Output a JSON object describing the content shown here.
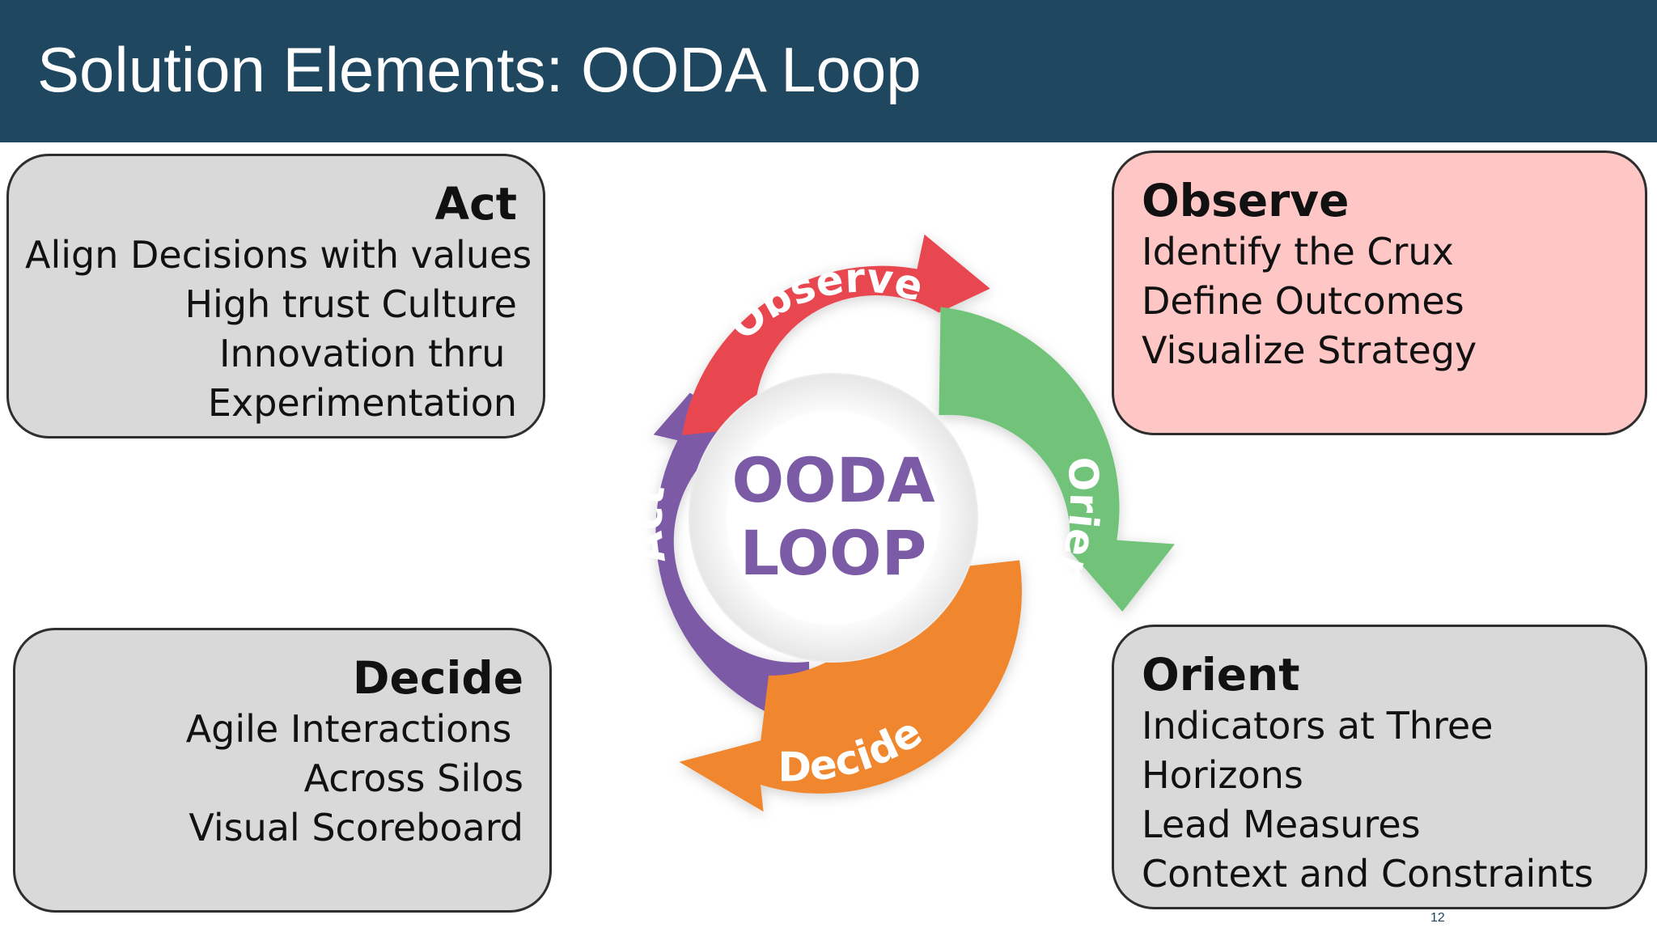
{
  "header": {
    "title": "Solution Elements: OODA Loop"
  },
  "boxes": {
    "act": {
      "title": "Act",
      "lines": [
        "Align Decisions with values",
        "High trust Culture",
        "Innovation thru ",
        "Experimentation"
      ]
    },
    "observe": {
      "title": "Observe",
      "lines": [
        "Identify the Crux",
        "Define Outcomes",
        "Visualize Strategy"
      ]
    },
    "decide": {
      "title": "Decide",
      "lines": [
        "Agile Interactions ",
        "Across Silos",
        "Visual Scoreboard"
      ]
    },
    "orient": {
      "title": "Orient",
      "lines": [
        "Indicators at Three",
        "Horizons",
        "Lead Measures",
        "Context and Constraints"
      ]
    }
  },
  "diagram": {
    "center_line1": "OODA",
    "center_line2": "LOOP",
    "arrows": {
      "observe": {
        "label": "Observe",
        "color": "#e8474f"
      },
      "orient": {
        "label": "Orient",
        "color": "#72c37a"
      },
      "decide": {
        "label": "Decide",
        "color": "#f0872e"
      },
      "act": {
        "label": "Act",
        "color": "#7b5aa6"
      }
    },
    "center_text_color": "#7b5aa6"
  },
  "footer": {
    "page_number": "12"
  }
}
